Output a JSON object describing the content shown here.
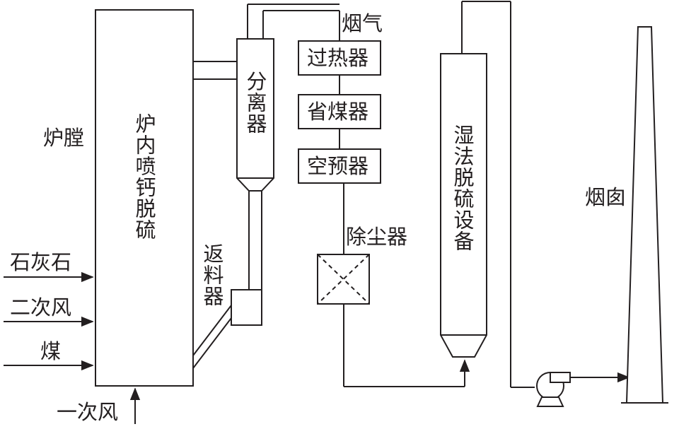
{
  "labels": {
    "furnace": "炉膛",
    "furnace_process": "炉内喷钙脱硫",
    "limestone": "石灰石",
    "secondary_air": "二次风",
    "coal": "煤",
    "primary_air": "一次风",
    "separator": "分离器",
    "return_feeder": "返料器",
    "flue_gas": "烟气",
    "superheater": "过热器",
    "economizer": "省煤器",
    "air_preheater": "空预器",
    "dust_collector": "除尘器",
    "wet_fgd": "湿法脱硫设备",
    "chimney": "烟囱"
  },
  "colors": {
    "line": "#231f20",
    "background": "#ffffff"
  }
}
